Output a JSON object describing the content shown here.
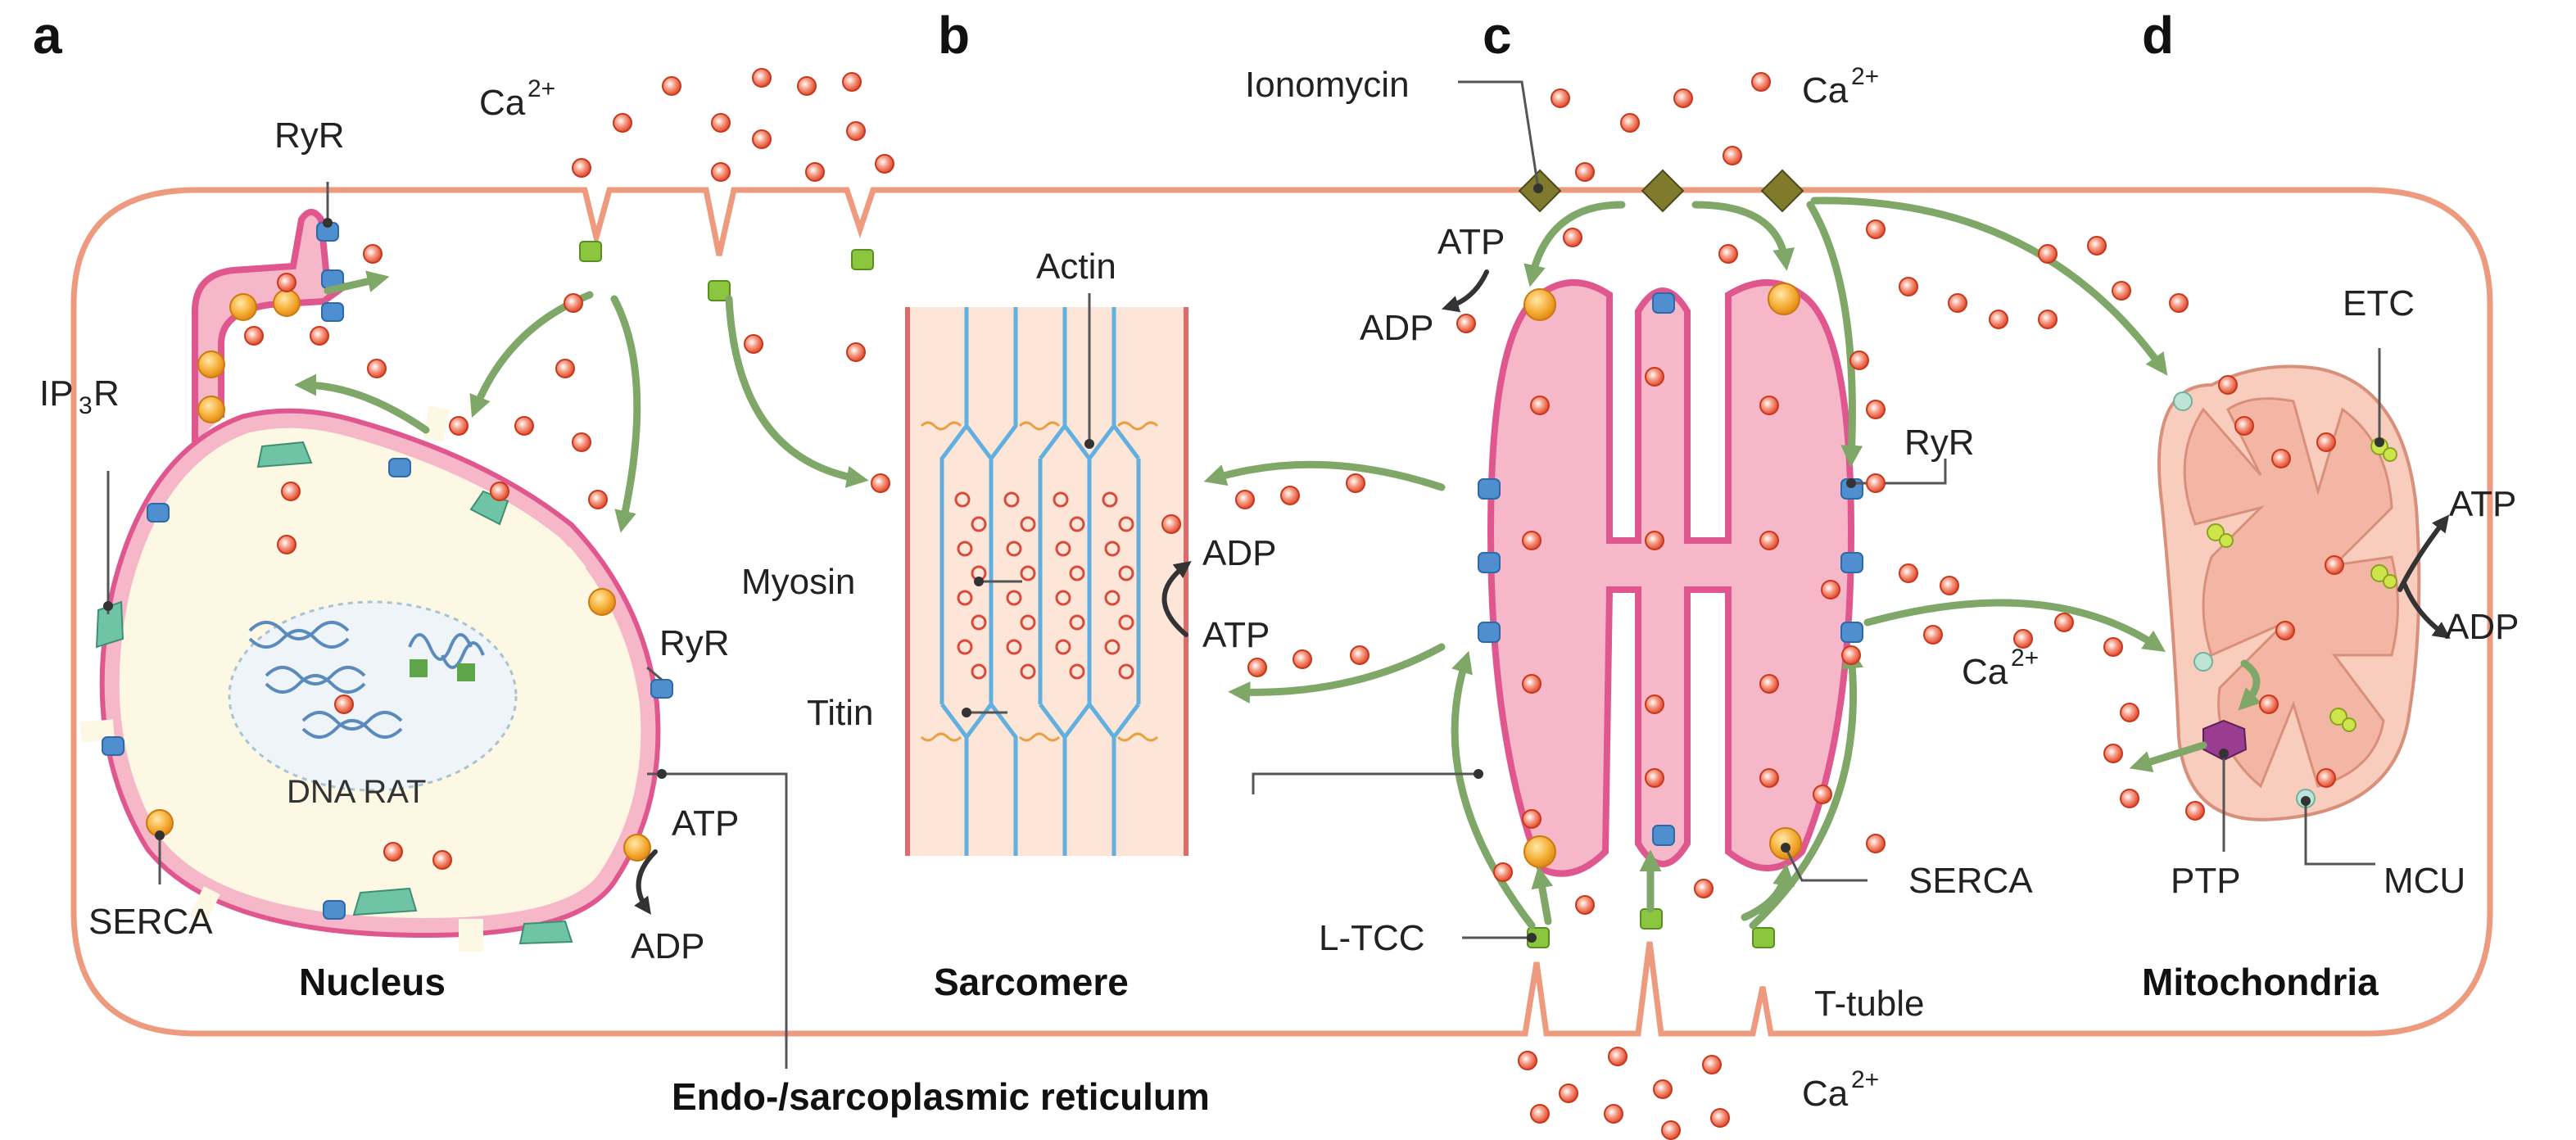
{
  "panels": {
    "a": "a",
    "b": "b",
    "c": "c",
    "d": "d"
  },
  "labels": {
    "ca_a": "Ca",
    "ca_c_top": "Ca",
    "ca_c_mid": "Ca",
    "ca_bottom": "Ca",
    "ca_charge": "2+",
    "ryr_a_top": "RyR",
    "ryr_a_right": "RyR",
    "ryr_c": "RyR",
    "ip3r": "IP",
    "ip3r_sub": "3",
    "ip3r_tail": "R",
    "serca_a": "SERCA",
    "serca_c": "SERCA",
    "dna_rat": "DNA RAT",
    "atp_a": "ATP",
    "adp_a": "ADP",
    "actin": "Actin",
    "myosin": "Myosin",
    "titin": "Titin",
    "adp_b": "ADP",
    "atp_b": "ATP",
    "ionomycin": "Ionomycin",
    "atp_c": "ATP",
    "adp_c": "ADP",
    "ltcc": "L-TCC",
    "t_tuble": "T-tuble",
    "etc": "ETC",
    "atp_d": "ATP",
    "adp_d": "ADP",
    "ptp": "PTP",
    "mcu": "MCU"
  },
  "titles": {
    "nucleus": "Nucleus",
    "sarcomere": "Sarcomere",
    "er": "Endo-/sarcoplasmic reticulum",
    "mitochondria": "Mitochondria"
  },
  "colors": {
    "membrane": "#ee9a7e",
    "er_fill": "#f6b7c8",
    "er_stroke": "#e0578f",
    "nucleus_fill": "#fdf8e3",
    "ca_ion": "#e85a3c",
    "serca": "#f6b03b",
    "ryr": "#4f8fd0",
    "ltcc": "#8cc63f",
    "ionomycin": "#7f7a2c",
    "ip3r": "#6fc4a6",
    "arrow_green": "#7fa868",
    "mito_fill": "#f8cdbd",
    "sarc_fill": "#fde6d8"
  }
}
